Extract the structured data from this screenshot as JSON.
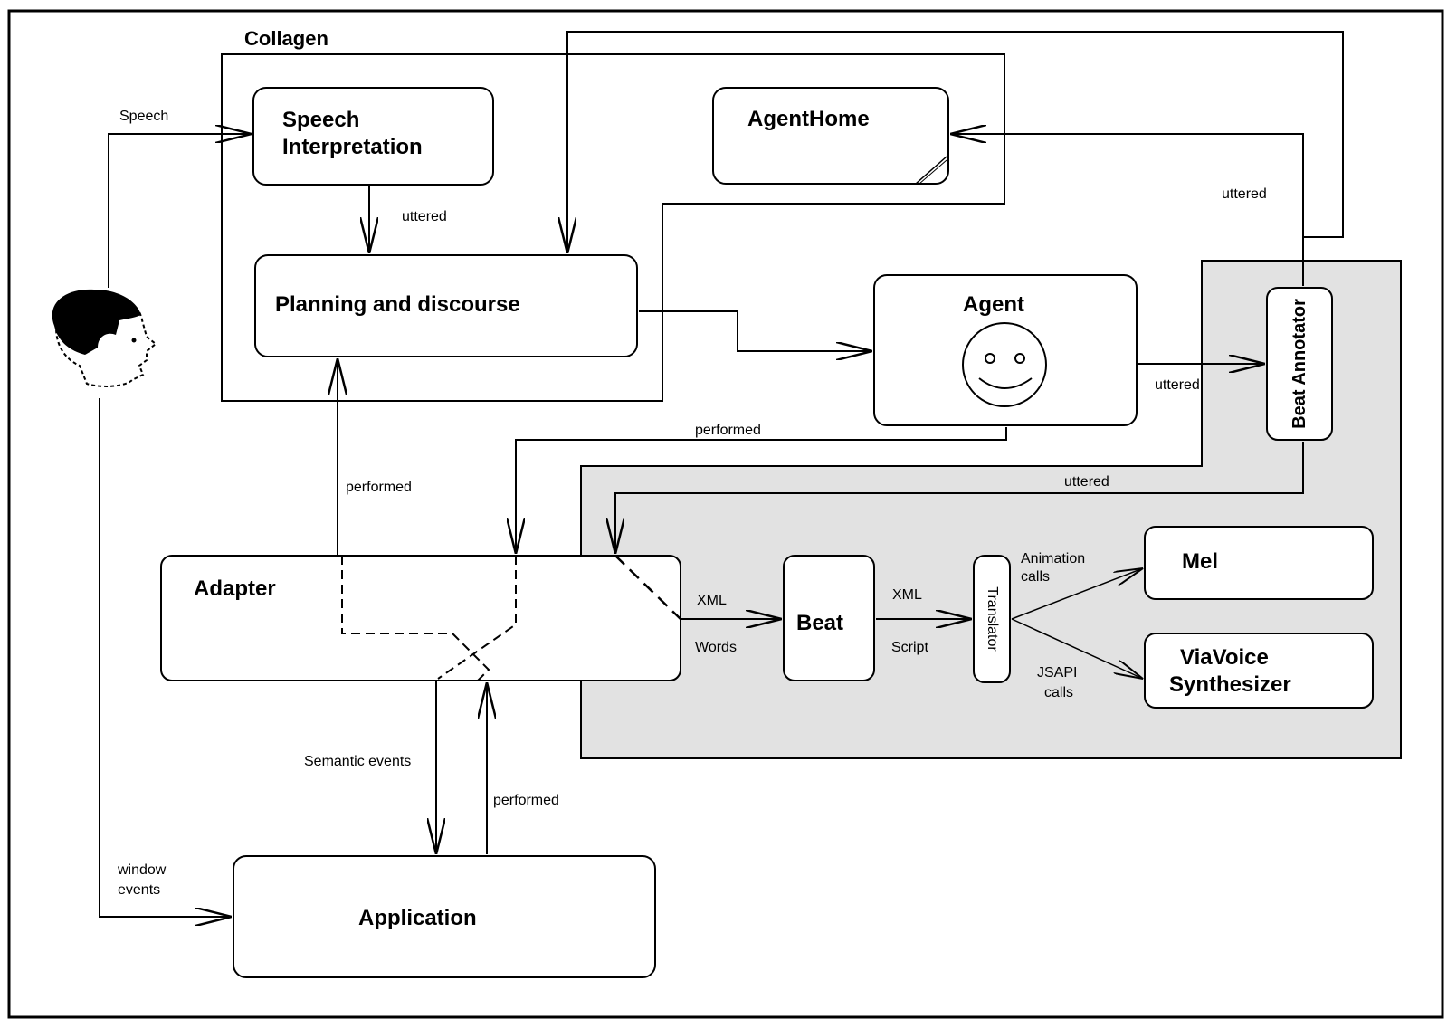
{
  "diagram": {
    "collagen_title": "Collagen",
    "speech_interpretation": [
      "Speech",
      "Interpretation"
    ],
    "agent_home": "AgentHome",
    "planning_discourse": "Planning and discourse",
    "agent": "Agent",
    "agent_icon": "smiley-face-icon",
    "user_icon": "user-head-icon",
    "beat_annotator": "Beat Annotator",
    "adapter": "Adapter",
    "beat": "Beat",
    "translator": "Translator",
    "mel": "Mel",
    "viavoice": [
      "ViaVoice",
      "Synthesizer"
    ],
    "application": "Application",
    "labels": {
      "speech": "Speech",
      "uttered_si": "uttered",
      "uttered_agenthome": "uttered",
      "uttered_agent": "uttered",
      "uttered_annotator": "uttered",
      "performed_agent": "performed",
      "performed_planning": "performed",
      "performed_app": "performed",
      "semantic_events": "Semantic events",
      "window_events": [
        "window",
        "events"
      ],
      "xml_words": [
        "XML",
        "Words"
      ],
      "xml_script": [
        "XML",
        "Script"
      ],
      "animation_calls": [
        "Animation",
        "calls"
      ],
      "jsapi_calls": [
        "JSAPI",
        "calls"
      ]
    }
  }
}
